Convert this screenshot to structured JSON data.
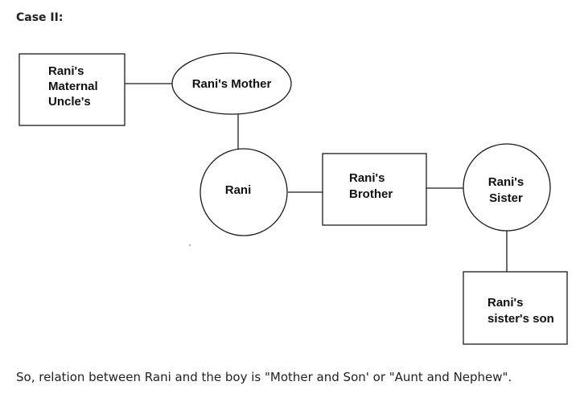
{
  "heading": "Case II:",
  "nodes": {
    "uncle": {
      "lines": [
        "Rani's",
        "Maternal",
        "Uncle's"
      ]
    },
    "mother": {
      "lines": [
        "Rani's Mother"
      ]
    },
    "rani": {
      "lines": [
        "Rani"
      ]
    },
    "brother": {
      "lines": [
        "Rani's",
        "Brother"
      ]
    },
    "sister": {
      "lines": [
        "Rani's",
        "Sister"
      ]
    },
    "nephew": {
      "lines": [
        "Rani's",
        "sister's son"
      ]
    }
  },
  "conclusion": "So, relation between Rani and the boy is \"Mother and Son' or \"Aunt and Nephew\"."
}
